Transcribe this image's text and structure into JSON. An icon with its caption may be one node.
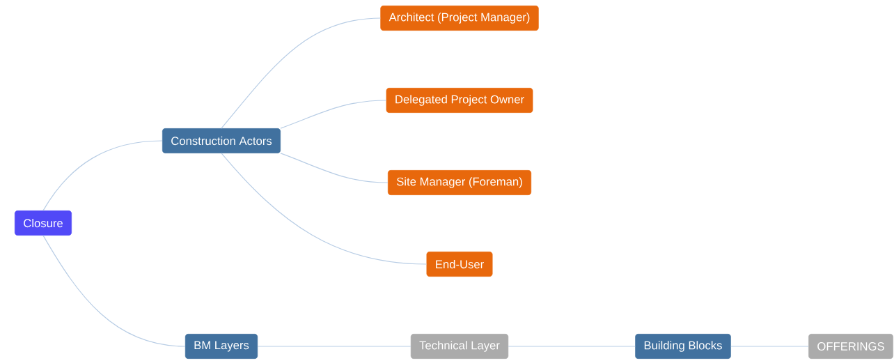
{
  "diagram": {
    "nodes": [
      {
        "text": [
          "Closure"
        ]
      },
      {
        "text": [
          "Construction Actors"
        ]
      },
      {
        "text": [
          "Architect (Project Manager)"
        ]
      },
      {
        "text": [
          "Delegated Project Owner"
        ]
      },
      {
        "text": [
          "Site Manager (Foreman)"
        ]
      },
      {
        "text": [
          "End-User"
        ]
      },
      {
        "text": [
          "BM Layers"
        ]
      },
      {
        "text": [
          "Technical Layer"
        ]
      },
      {
        "text": [
          "Building Blocks"
        ]
      },
      {
        "text": [
          "OFFERINGS"
        ]
      }
    ],
    "edges": [
      {
        "from": 0,
        "to": 1,
        "arrow": "none"
      },
      {
        "from": 1,
        "to": 2,
        "arrow": "none"
      },
      {
        "from": 1,
        "to": 3,
        "arrow": "none"
      },
      {
        "from": 1,
        "to": 4,
        "arrow": "none"
      },
      {
        "from": 1,
        "to": 5,
        "arrow": "none"
      },
      {
        "from": 0,
        "to": 6,
        "arrow": "none"
      },
      {
        "from": 6,
        "to": 7,
        "arrow": "none"
      },
      {
        "from": 7,
        "to": 8,
        "arrow": "none"
      },
      {
        "from": 8,
        "to": 9,
        "arrow": "none"
      }
    ]
  }
}
